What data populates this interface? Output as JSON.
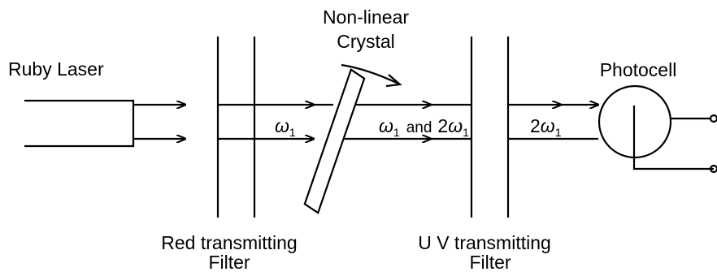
{
  "colors": {
    "ink": "#000000",
    "background": "#ffffff"
  },
  "labels": {
    "laser": "Ruby Laser",
    "crystal_line1": "Non-linear",
    "crystal_line2": "Crystal",
    "photocell": "Photocell",
    "red_filter_line1": "Red transmitting",
    "red_filter_line2": "Filter",
    "uv_filter_line1": "U V transmitting",
    "uv_filter_line2": "Filter"
  },
  "beam_labels": {
    "omega": "ω",
    "sub": "1",
    "and": "and",
    "two": "2"
  }
}
